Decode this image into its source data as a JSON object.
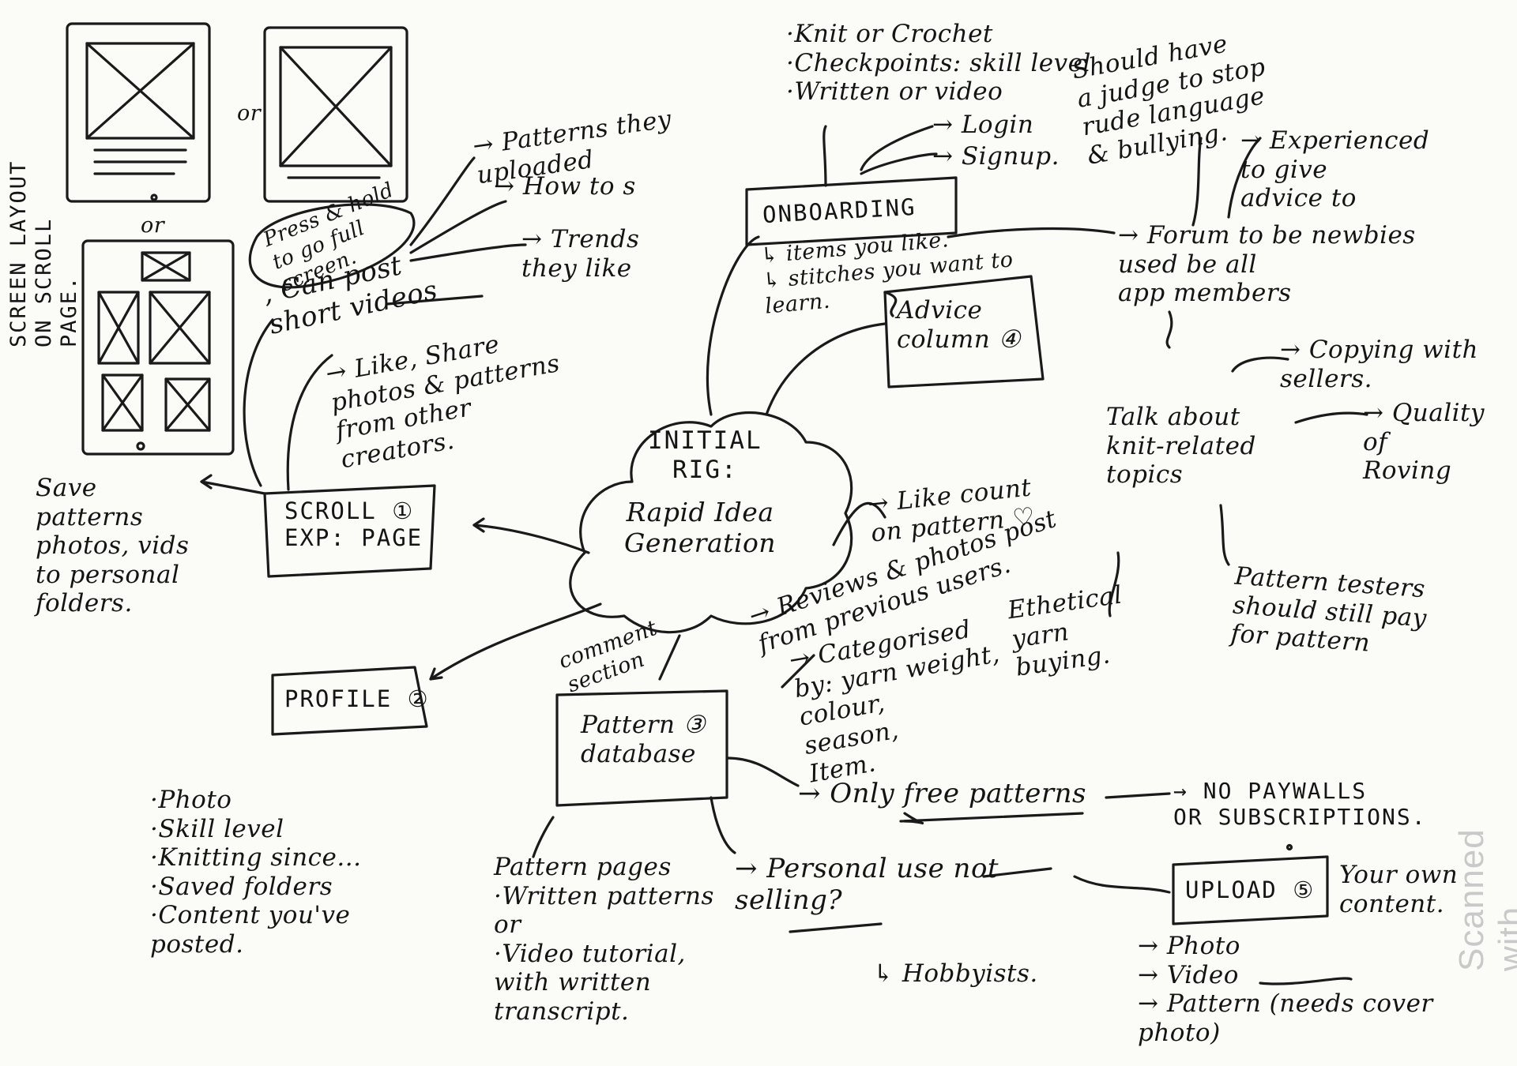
{
  "sections": {
    "screen_layout_label": "SCREEN LAYOUT\nON SCROLL\nPAGE.",
    "or_1": "or",
    "or_2": "or",
    "or_3": "or",
    "center": {
      "title": "INITIAL\nRIG:",
      "subtitle": "Rapid Idea\nGeneration"
    },
    "scroll_page": {
      "label": "SCROLL ①\nEXP: PAGE"
    },
    "press_hold": "Press & hold\nto go full\nscreen.",
    "can_post": ", Can post\nshort videos",
    "patterns_uploaded": "→ Patterns they\n  uploaded",
    "how_tos": "→ How to s",
    "trends": "→ Trends\n    they like",
    "like_share": "→ Like, Share\n  photos & patterns\n  from other\n      creators.",
    "save_patterns": "Save\npatterns\nphotos, vids\nto personal\nfolders.",
    "profile": {
      "label": "PROFILE ②",
      "items": "·Photo\n·Skill level\n·Knitting since...\n·Saved folders\n·Content you've\n posted."
    },
    "onboarding": {
      "label": "ONBOARDING",
      "top_items": "·Knit or Crochet\n·Checkpoints: skill level\n·Written or video",
      "login": "→ Login",
      "signup": "→ Signup.",
      "items_like": "↳ items you like.\n↳ stitches you want to\n              learn."
    },
    "advice": {
      "label": "Advice\ncolumn ④"
    },
    "judge": "Should have\na judge to stop\nrude language\n& bullying.",
    "experienced": "→ Experienced\n    to give\n      advice to",
    "forum": "→ Forum to be newbies\nused be all\napp members",
    "copying": "→ Copying with\n      sellers.",
    "talk_about": "Talk about\nknit-related\ntopics",
    "quality": "→ Quality\n   of\n  Roving",
    "pattern_testers": "Pattern testers\nshould still pay\n   for pattern",
    "like_count": "→ Like count\n   on pattern ♡",
    "reviews": "→ Reviews & photos post\n  from previous users.",
    "ethical": "Ethetical\nyarn\nbuying.",
    "categorised": "→ Categorised\n  by: yarn weight,\n      colour,\n      season,\n      Item.",
    "comment": "comment\nsection",
    "pattern_db": {
      "label": "Pattern ③\ndatabase"
    },
    "only_free": "→ Only free patterns",
    "no_paywalls": "→ NO PAYWALLS\n  OR SUBSCRIPTIONS.",
    "pattern_pages": "Pattern pages\n·Written patterns\n     or\n·Video tutorial,\nwith written\ntranscript.",
    "personal_use": "→ Personal use not\n  selling?",
    "hobbyists": "↳ Hobbyists.",
    "upload": {
      "label": "UPLOAD ⑤",
      "your_own": "Your own\n content.",
      "items": "→ Photo\n→ Video\n→ Pattern (needs cover\n                  photo)"
    },
    "watermark": "Scanned with CamScanner"
  }
}
